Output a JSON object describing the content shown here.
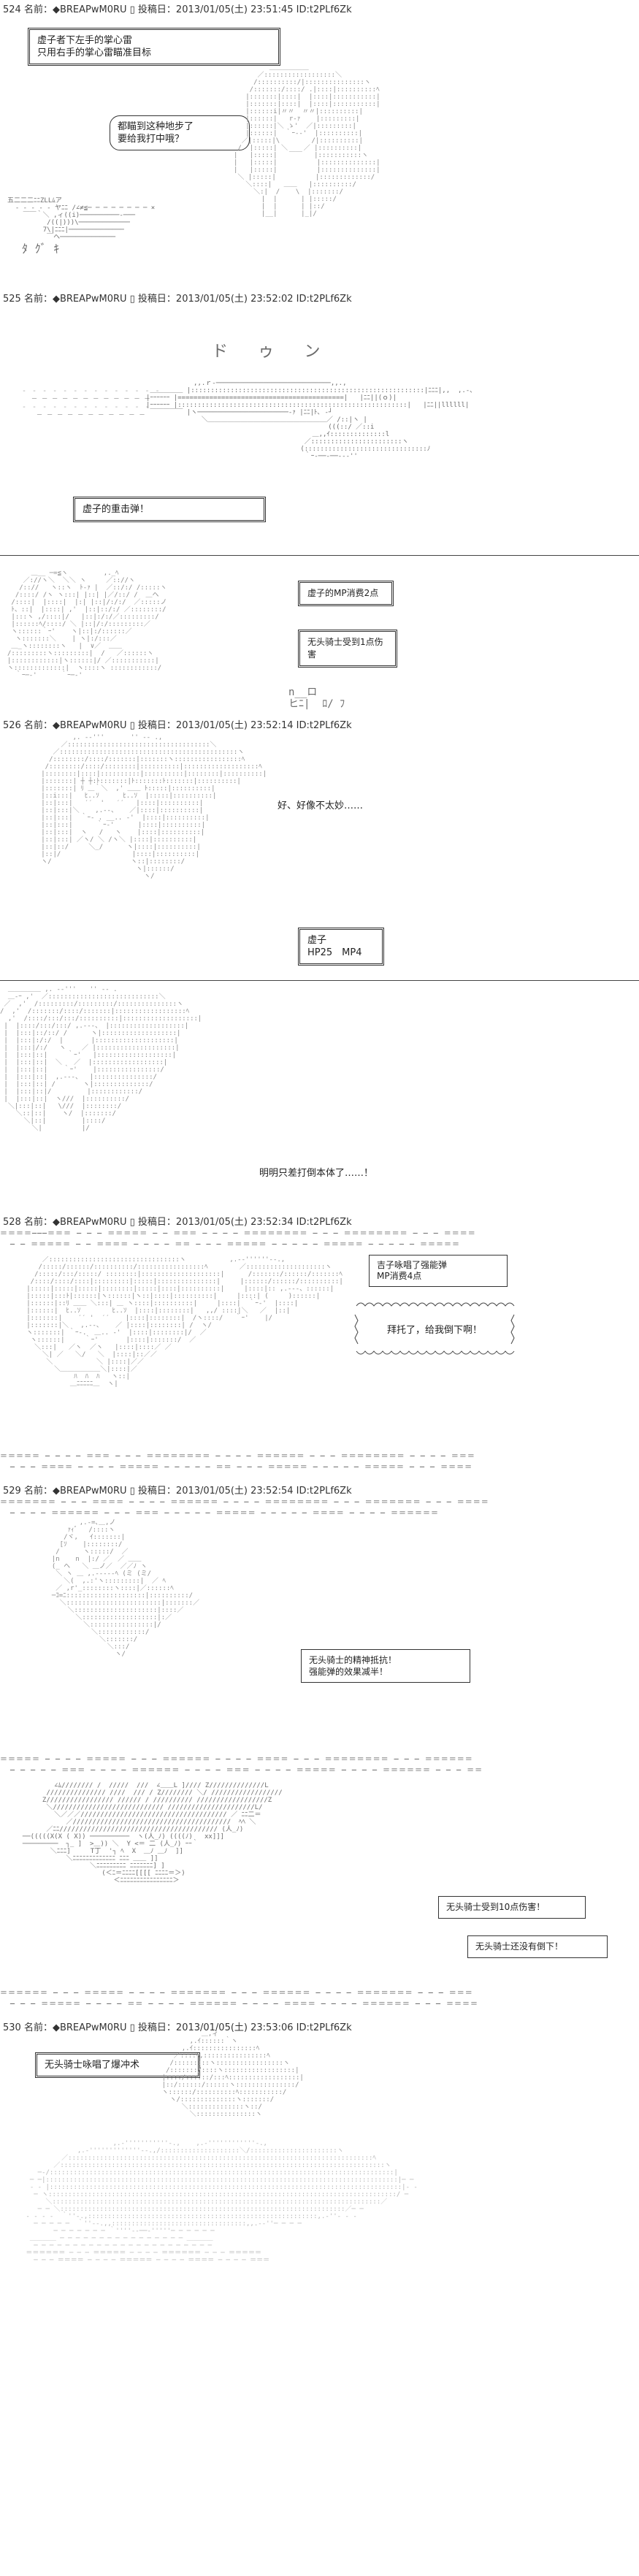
{
  "posts": [
    {
      "header": "524 名前：◆BREAPwM0RU ▯ 投稿日：2013/01/05(土) 23:51:45 ID:t2PLf6Zk"
    },
    {
      "header": "525 名前：◆BREAPwM0RU ▯ 投稿日：2013/01/05(土) 23:52:02 ID:t2PLf6Zk"
    },
    {
      "header": "526 名前：◆BREAPwM0RU ▯ 投稿日：2013/01/05(土) 23:52:14 ID:t2PLf6Zk"
    },
    {
      "header": "528 名前：◆BREAPwM0RU ▯ 投稿日：2013/01/05(土) 23:52:34 ID:t2PLf6Zk"
    },
    {
      "header": "529 名前：◆BREAPwM0RU ▯ 投稿日：2013/01/05(土) 23:52:54 ID:t2PLf6Zk"
    },
    {
      "header": "530 名前：◆BREAPwM0RU ▯ 投稿日：2013/01/05(土) 23:53:06 ID:t2PLf6Zk"
    }
  ],
  "texts": {
    "p524_box": "虚子者下左手的掌心雷\n只用右手的掌心雷瞄准目标",
    "p524_speech": "都瞄到这种地步了\n要给我打中哦？",
    "p525_box": "虚子的重击弹！",
    "p525_mp": "虚子的MP消费2点",
    "p525_dmg": "无头骑士受到1点伤害",
    "p526_speech": "好、好像不太妙……",
    "p526_status": "虚子\nHP25　MP4",
    "p526b_speech": "明明只差打倒本体了……！",
    "p528_box": "吉子咏唱了强能弹\nMP消费4点",
    "p528_shout": "拜托了，给我倒下啊！",
    "p529_box": "无头骑士的精神抵抗！\n强能弹的效果减半！",
    "p529_dmg": "无头骑士受到10点伤害！",
    "p529_not_down": "无头骑士还没有倒下！",
    "p530_box": "无头骑士咏唱了爆冲术"
  },
  "sfx": {
    "p524": "ﾀ ｸﾞ ｷ",
    "p525": "ド ゥ ン"
  }
}
